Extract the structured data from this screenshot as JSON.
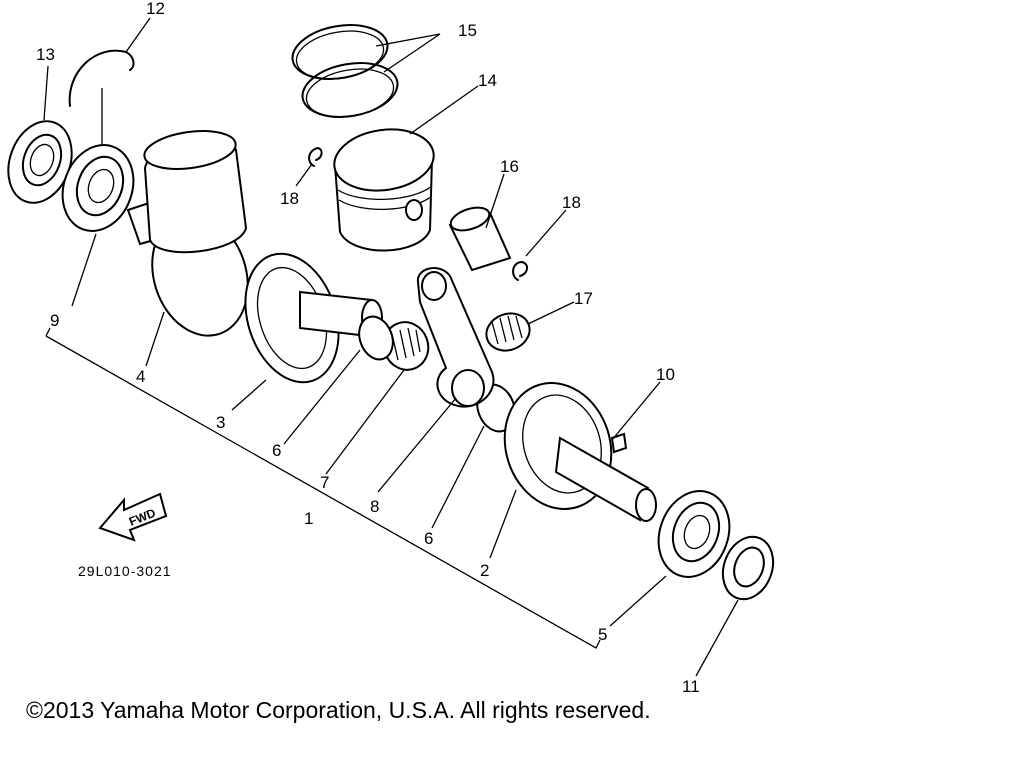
{
  "part_numbers": {
    "p1": "1",
    "p2": "2",
    "p3": "3",
    "p4": "4",
    "p5": "5",
    "p6a": "6",
    "p6b": "6",
    "p7": "7",
    "p8": "8",
    "p9": "9",
    "p10": "10",
    "p11": "11",
    "p12": "12",
    "p13": "13",
    "p14": "14",
    "p15": "15",
    "p16": "16",
    "p17": "17",
    "p18a": "18",
    "p18b": "18"
  },
  "fwd_label": "FWD",
  "diagram_code": "29L010-3021",
  "copyright": "©2013 Yamaha Motor Corporation, U.S.A. All rights reserved."
}
